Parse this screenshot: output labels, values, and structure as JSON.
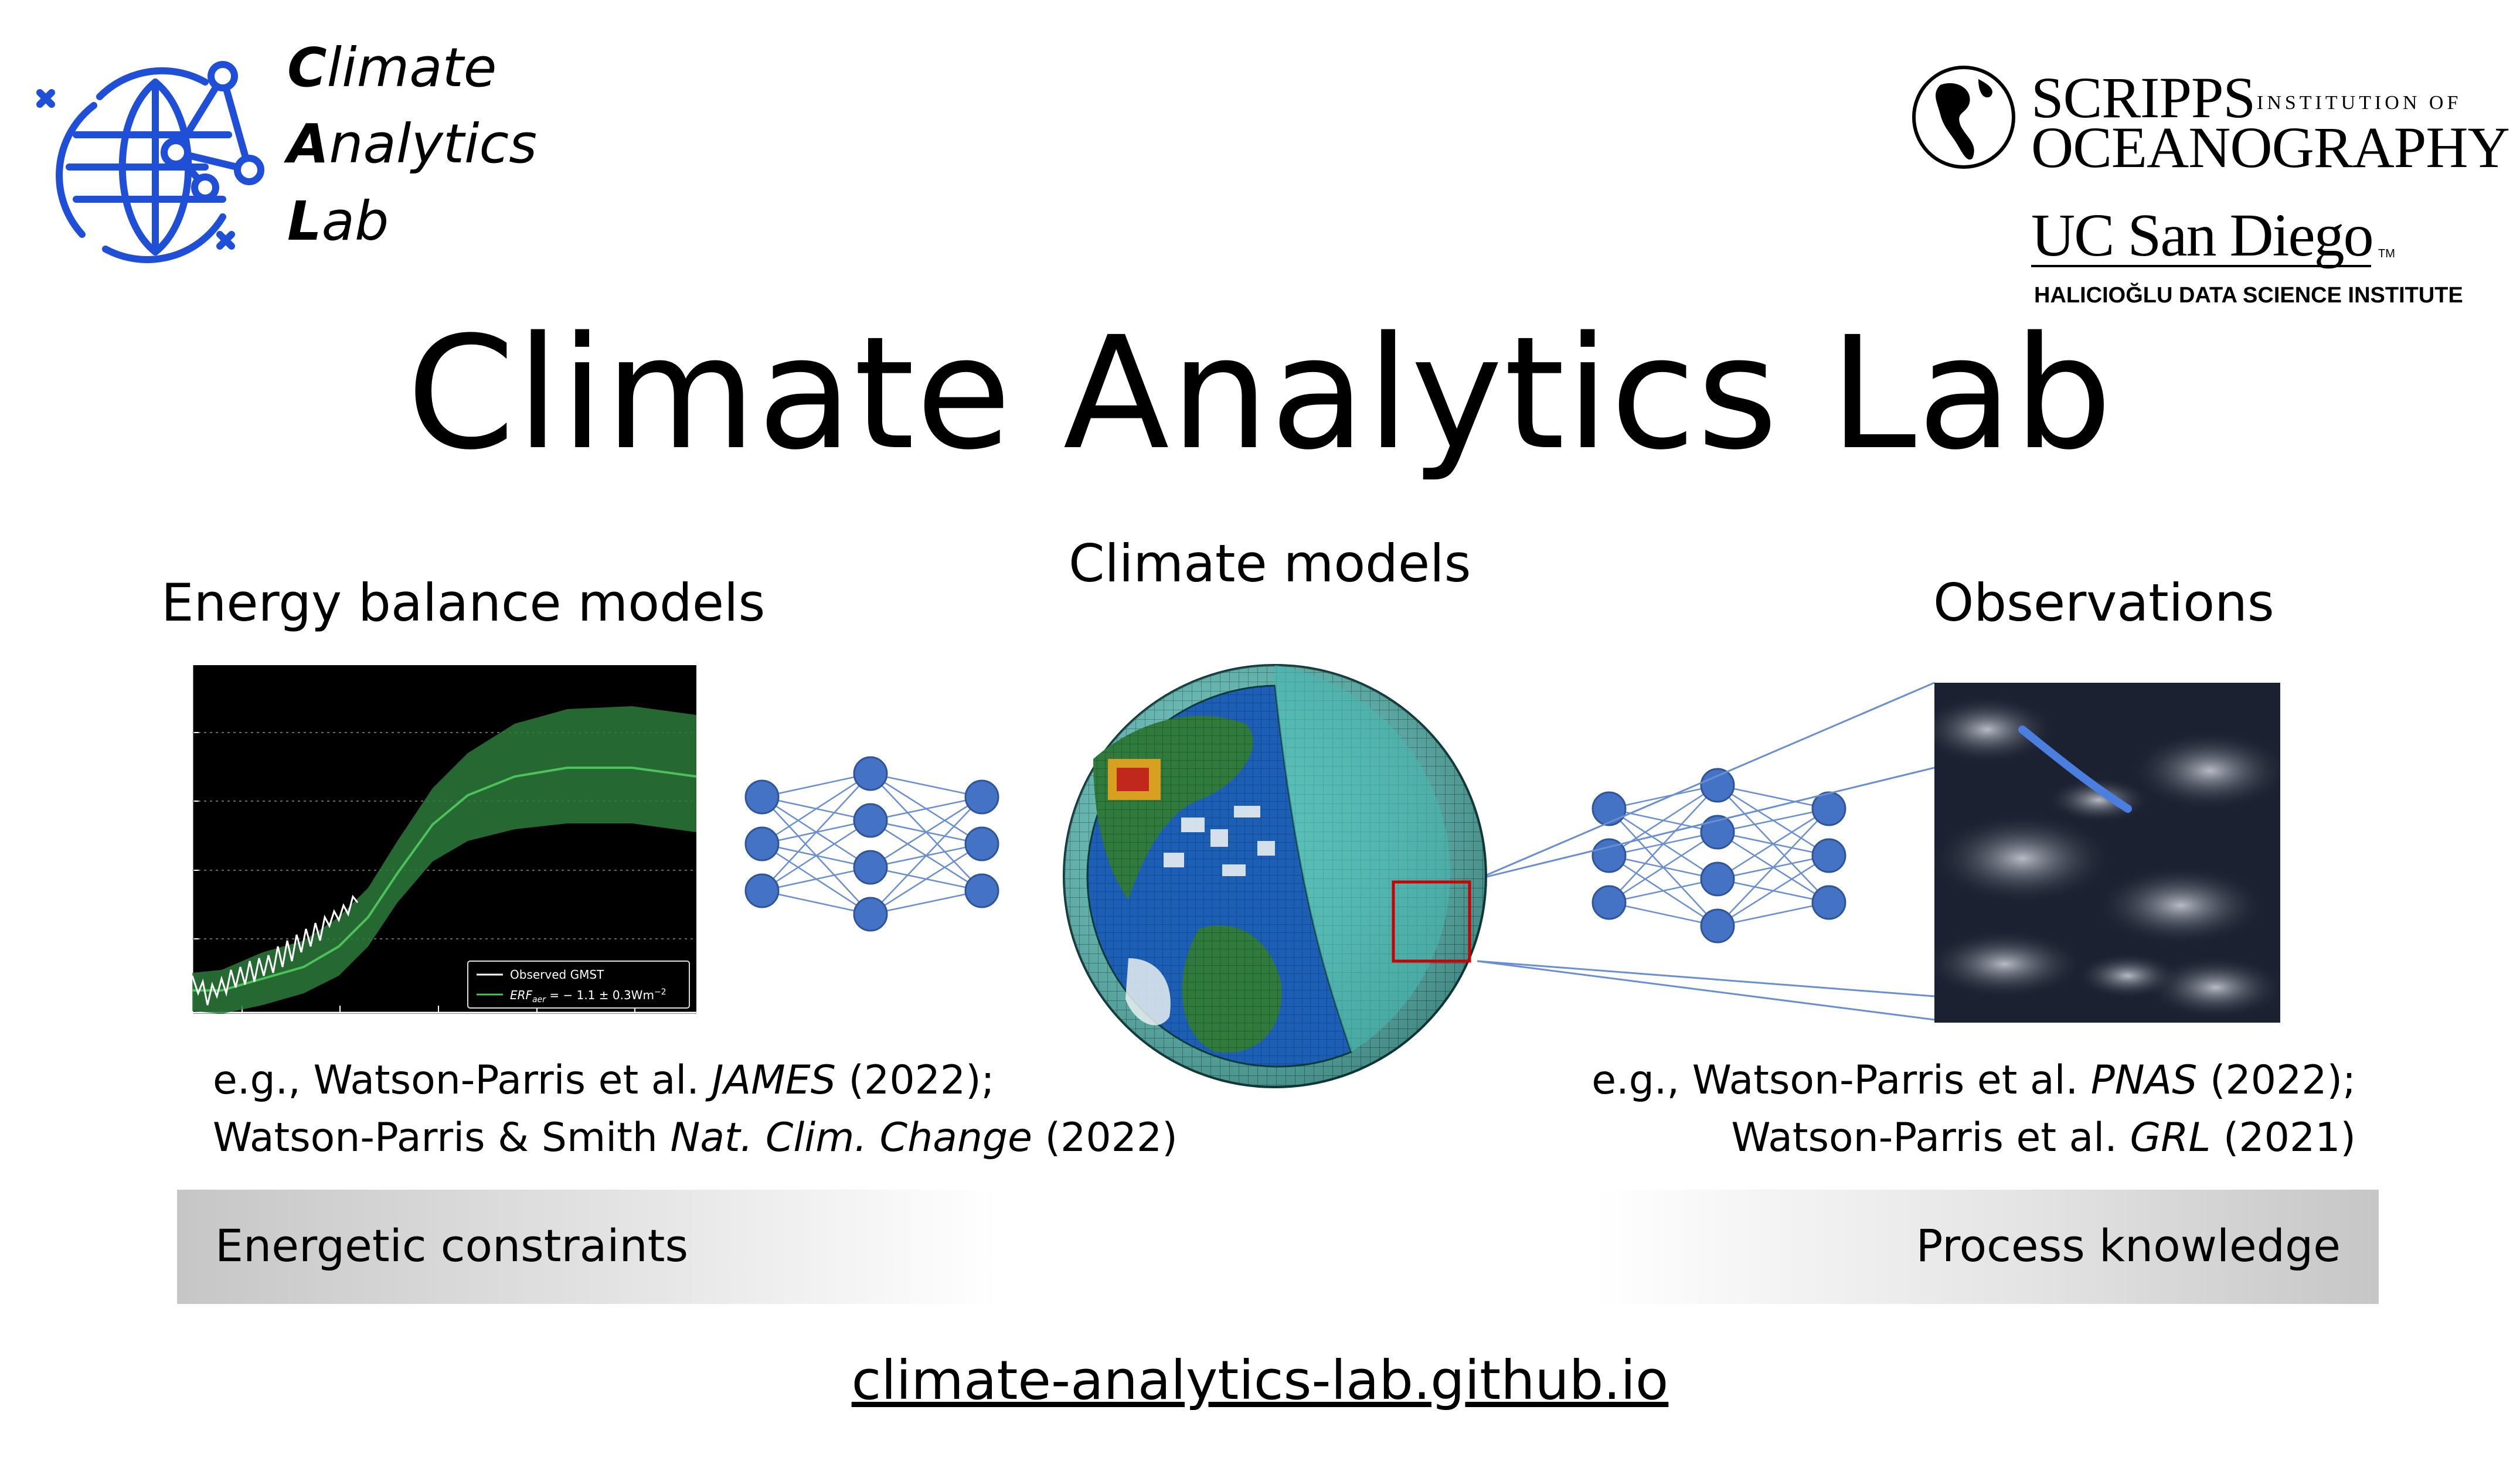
{
  "logo": {
    "lines": [
      {
        "initial": "C",
        "rest": "limate"
      },
      {
        "initial": "A",
        "rest": "nalytics"
      },
      {
        "initial": "L",
        "rest": "ab"
      }
    ],
    "icon": "globe-network-icon",
    "color": "#1f4fd6"
  },
  "partners": {
    "scripps_main": "SCRIPPS",
    "scripps_sub": "INSTITUTION OF",
    "scripps_line2": "OCEANOGRAPHY",
    "ucsd": "UC San Diego",
    "ucsd_tm": "TM",
    "hdsi": "HALICIOĞLU DATA SCIENCE INSTITUTE"
  },
  "title": "Climate Analytics Lab",
  "sections": {
    "left": {
      "heading": "Energy balance models",
      "citation_line1": {
        "pre": "e.g., Watson-Parris et al. ",
        "journal": "JAMES",
        "post": " (2022);"
      },
      "citation_line2": {
        "pre": "Watson-Parris & Smith ",
        "journal": "Nat. Clim. Change",
        "post": " (2022)"
      },
      "chart": {
        "legend": {
          "observed": "Observed GMST",
          "erf": "ERF",
          "erf_sub": "aer",
          "erf_rest": " = − 1.1 ± 0.3Wm",
          "erf_sup": "−2"
        },
        "colors": {
          "band": "#2d7a3a",
          "line": "#4cc25a",
          "obs": "#ffffff",
          "bg": "#000000"
        }
      }
    },
    "center": {
      "heading": "Climate models",
      "image": "earth-cutaway-model-grid"
    },
    "right": {
      "heading": "Observations",
      "citation_line1": {
        "pre": "e.g., Watson-Parris et al. ",
        "journal": "PNAS",
        "post": " (2022);"
      },
      "citation_line2": {
        "pre": "Watson-Parris et al. ",
        "journal": "GRL",
        "post": " (2021)"
      },
      "image": "satellite-ship-track-image"
    }
  },
  "bars": {
    "left": "Energetic constraints",
    "right": "Process knowledge"
  },
  "url": "climate-analytics-lab.github.io",
  "colors": {
    "network_node": "#4472c4",
    "network_edge": "#6a8fd0",
    "zoom_box": "#cc0000"
  }
}
